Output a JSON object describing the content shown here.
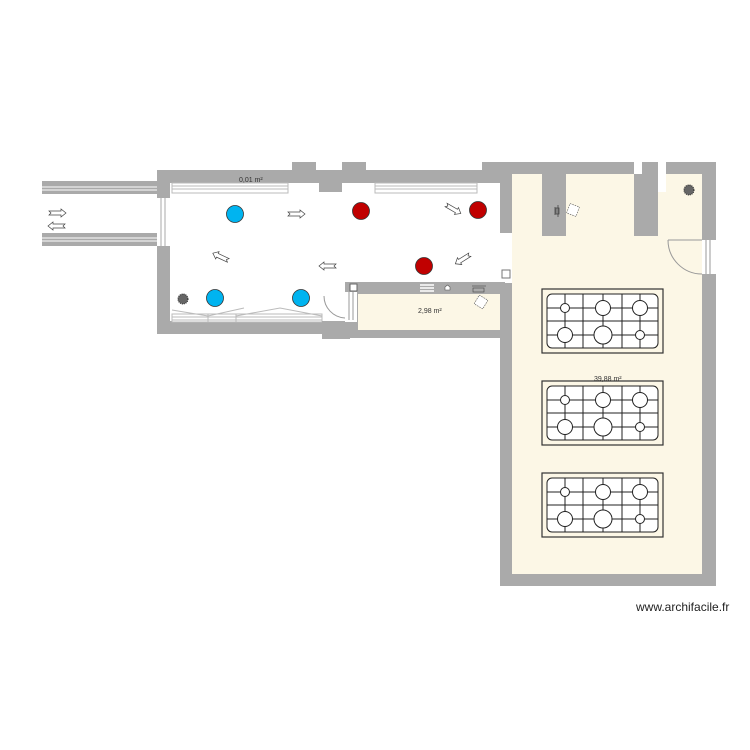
{
  "app": {
    "watermark": "www.archifacile.fr"
  },
  "colors": {
    "wall": "#aaaaaa",
    "floor_beige": "#fcf7e6",
    "floor_white": "#ffffff",
    "light_blue": "#00b4f0",
    "light_red": "#c00000",
    "stove_line": "#222222"
  },
  "rooms": [
    {
      "id": "corridor",
      "area_label": "0,01 m²"
    },
    {
      "id": "storage",
      "area_label": "2,98 m²"
    },
    {
      "id": "kitchen",
      "area_label": "39,88 m²"
    }
  ],
  "fixtures": {
    "blue_lights": 3,
    "red_lights": 3,
    "stoves": 3,
    "smoke_detectors": 2,
    "arrows": 8
  }
}
